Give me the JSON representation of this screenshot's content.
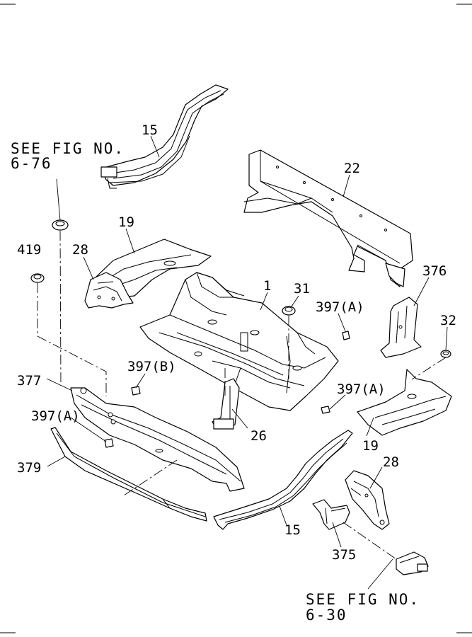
{
  "diagram": {
    "references": {
      "fig_6_76": {
        "line1": "SEE FIG NO.",
        "line2": "6-76"
      },
      "fig_6_30": {
        "line1": "SEE FIG NO.",
        "line2": "6-30"
      }
    },
    "callouts": {
      "c15_top": "15",
      "c22": "22",
      "c19_left": "19",
      "c419": "419",
      "c28_left": "28",
      "c1": "1",
      "c31": "31",
      "c397a_top": "397(A)",
      "c376": "376",
      "c32": "32",
      "c397b": "397(B)",
      "c377": "377",
      "c397a_left": "397(A)",
      "c397a_right": "397(A)",
      "c26": "26",
      "c379": "379",
      "c19_right": "19",
      "c28_right": "28",
      "c15_bottom": "15",
      "c375": "375"
    }
  }
}
